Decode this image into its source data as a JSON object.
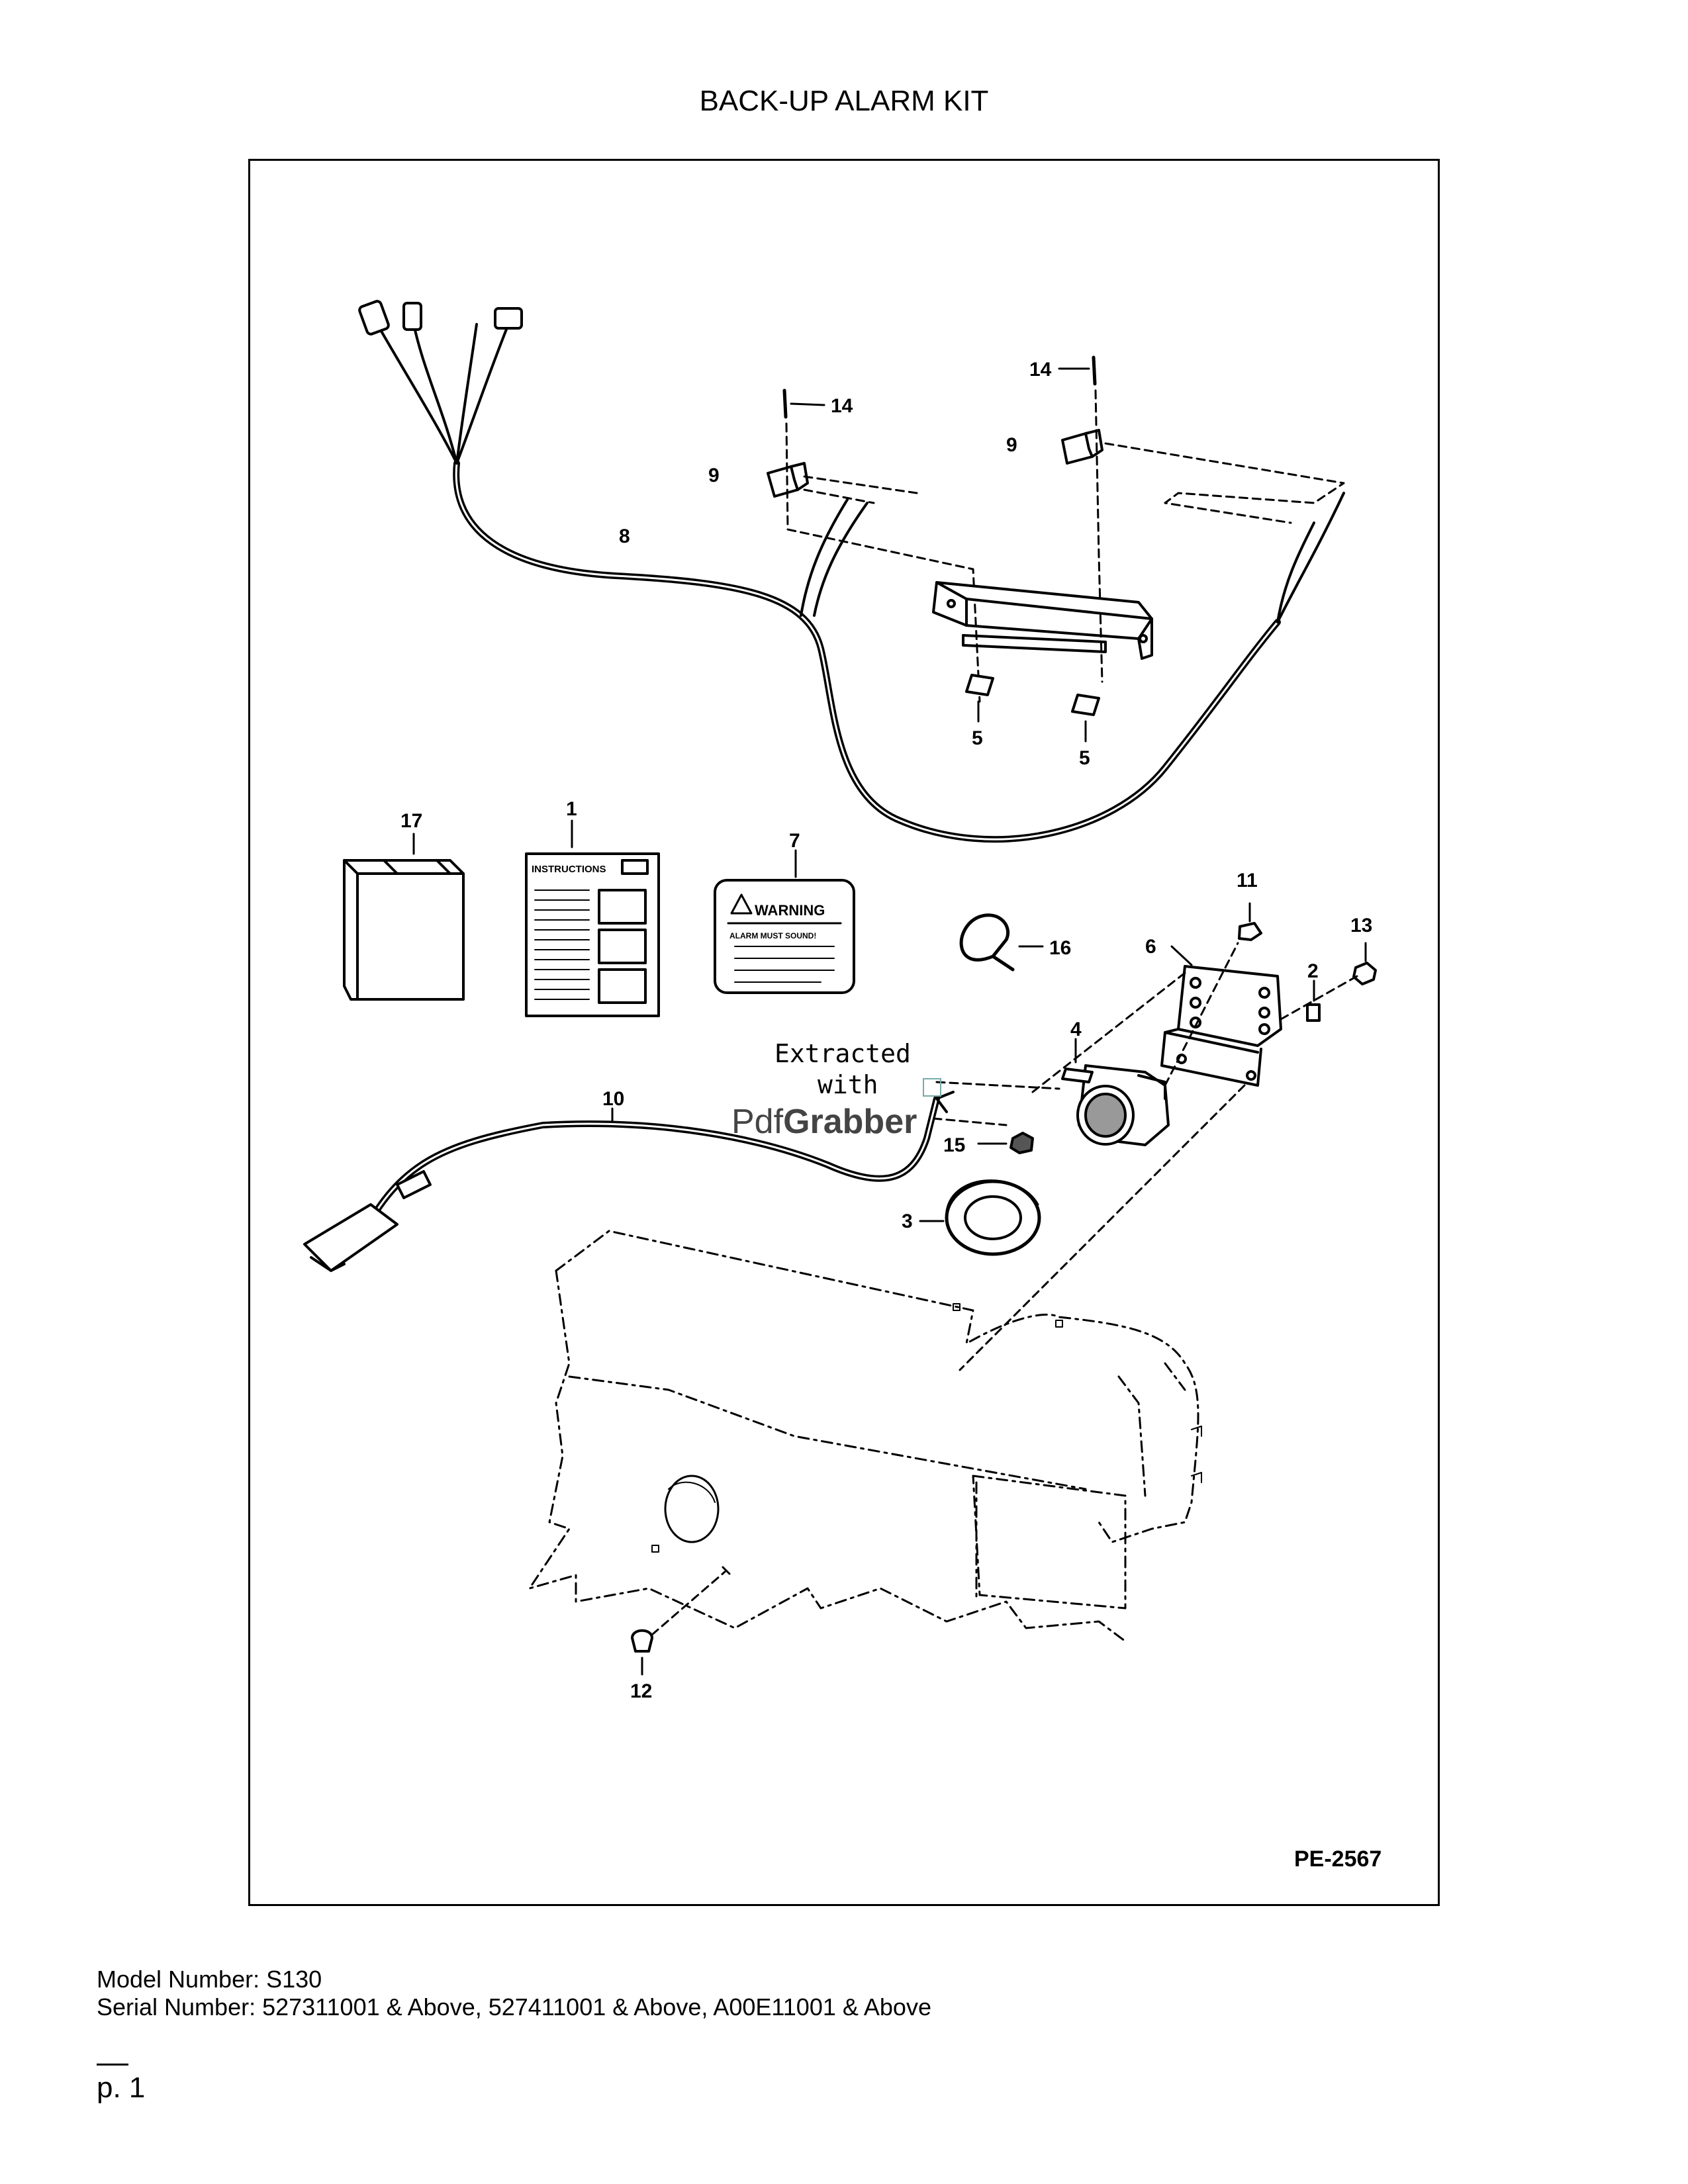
{
  "page": {
    "title": "BACK-UP ALARM KIT",
    "figure_id": "PE-2567",
    "page_number": "p. 1"
  },
  "meta": {
    "model": "Model Number: S130",
    "serial": "Serial Number: 527311001 & Above, 527411001 & Above, A00E11001 & Above"
  },
  "watermark": {
    "line1": "Extracted",
    "line2": "with",
    "brand_a": "Pdf",
    "brand_b": "Grabber"
  },
  "labels": {
    "instructions": "INSTRUCTIONS",
    "warning": "WARNING",
    "warning_sub": "ALARM MUST SOUND!"
  },
  "callouts": {
    "c1": "1",
    "c2": "2",
    "c3": "3",
    "c4": "4",
    "c5a": "5",
    "c5b": "5",
    "c6": "6",
    "c7": "7",
    "c8": "8",
    "c9a": "9",
    "c9b": "9",
    "c10": "10",
    "c11": "11",
    "c12": "12",
    "c13": "13",
    "c14a": "14",
    "c14b": "14",
    "c15": "15",
    "c16": "16",
    "c17": "17"
  }
}
